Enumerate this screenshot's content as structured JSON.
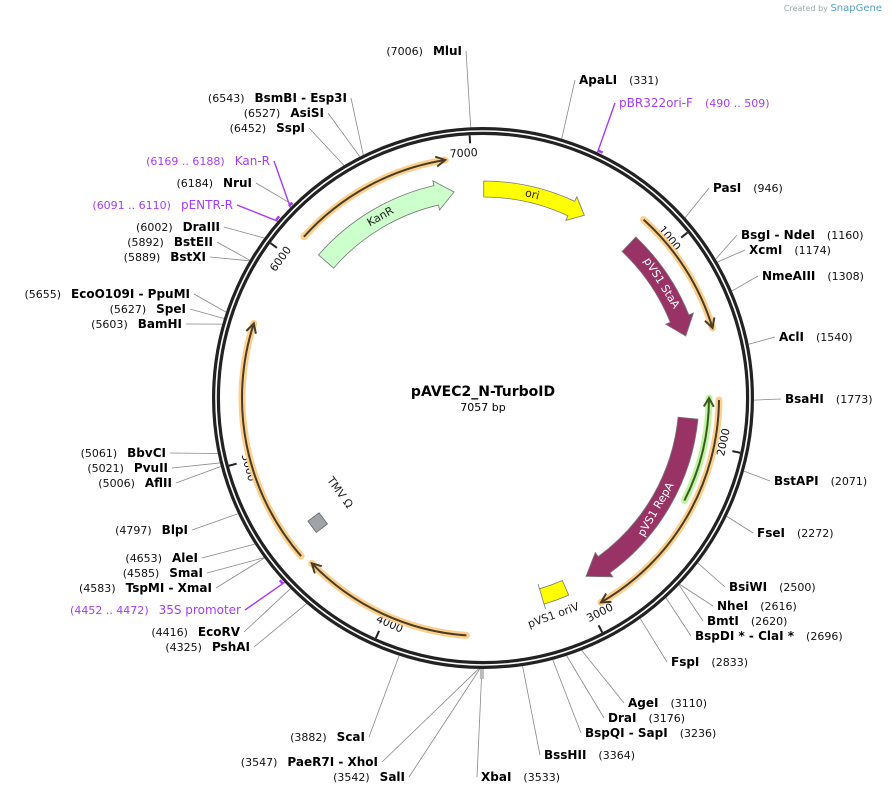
{
  "credit": {
    "prefix": "Created by",
    "brand": "SnapGene"
  },
  "plasmid": {
    "name": "pAVEC2_N-TurboID",
    "length_label": "7057 bp",
    "length": 7057
  },
  "ticks": [
    "1000",
    "2000",
    "3000",
    "4000",
    "5000",
    "6000",
    "7000"
  ],
  "features": [
    {
      "name": "ori",
      "color": "#ffff00"
    },
    {
      "name": "pVS1 StaA",
      "color": "#993366"
    },
    {
      "name": "pVS1 RepA",
      "color": "#993366"
    },
    {
      "name": "pVS1 oriV",
      "color": "#ffff00"
    },
    {
      "name": "TMV Ω",
      "color": "#a0a4a8"
    },
    {
      "name": "KanR",
      "color": "#ccffcc"
    }
  ],
  "sites": [
    {
      "type": "enzyme",
      "name": "MluI",
      "position": 7006
    },
    {
      "type": "enzyme",
      "name": "ApaLI",
      "position": 331
    },
    {
      "type": "primer",
      "name": "pBR322ori-F",
      "range": "490 .. 509"
    },
    {
      "type": "enzyme",
      "name": "PasI",
      "position": 946
    },
    {
      "type": "enzyme",
      "name": "BsgI  - NdeI",
      "position": 1160
    },
    {
      "type": "enzyme",
      "name": "XcmI",
      "position": 1174
    },
    {
      "type": "enzyme",
      "name": "NmeAIII",
      "position": 1308
    },
    {
      "type": "enzyme",
      "name": "AclI",
      "position": 1540
    },
    {
      "type": "enzyme",
      "name": "BsaHI",
      "position": 1773
    },
    {
      "type": "enzyme",
      "name": "BstAPI",
      "position": 2071
    },
    {
      "type": "enzyme",
      "name": "FseI",
      "position": 2272
    },
    {
      "type": "enzyme",
      "name": "BsiWI",
      "position": 2500
    },
    {
      "type": "enzyme",
      "name": "NheI",
      "position": 2616
    },
    {
      "type": "enzyme",
      "name": "BmtI",
      "position": 2620
    },
    {
      "type": "enzyme",
      "name": "BspDI *  - ClaI *",
      "position": 2696
    },
    {
      "type": "enzyme",
      "name": "FspI",
      "position": 2833
    },
    {
      "type": "enzyme",
      "name": "AgeI",
      "position": 3110
    },
    {
      "type": "enzyme",
      "name": "DraI",
      "position": 3176
    },
    {
      "type": "enzyme",
      "name": "BspQI  - SapI",
      "position": 3236
    },
    {
      "type": "enzyme",
      "name": "BssHII",
      "position": 3364
    },
    {
      "type": "enzyme",
      "name": "XbaI",
      "position": 3533
    },
    {
      "type": "enzyme",
      "name": "SalI",
      "position": 3542
    },
    {
      "type": "enzyme",
      "name": "PaeR7I  - XhoI",
      "position": 3547
    },
    {
      "type": "enzyme",
      "name": "ScaI",
      "position": 3882
    },
    {
      "type": "enzyme",
      "name": "PshAI",
      "position": 4325
    },
    {
      "type": "enzyme",
      "name": "EcoRV",
      "position": 4416
    },
    {
      "type": "primer",
      "name": "35S promoter",
      "range": "4452 .. 4472"
    },
    {
      "type": "enzyme",
      "name": "TspMI  - XmaI",
      "position": 4583
    },
    {
      "type": "enzyme",
      "name": "SmaI",
      "position": 4585
    },
    {
      "type": "enzyme",
      "name": "AleI",
      "position": 4653
    },
    {
      "type": "enzyme",
      "name": "BlpI",
      "position": 4797
    },
    {
      "type": "enzyme",
      "name": "AflII",
      "position": 5006
    },
    {
      "type": "enzyme",
      "name": "PvuII",
      "position": 5021
    },
    {
      "type": "enzyme",
      "name": "BbvCI",
      "position": 5061
    },
    {
      "type": "enzyme",
      "name": "BamHI",
      "position": 5603
    },
    {
      "type": "enzyme",
      "name": "SpeI",
      "position": 5627
    },
    {
      "type": "enzyme",
      "name": "EcoO109I  - PpuMI",
      "position": 5655
    },
    {
      "type": "enzyme",
      "name": "BstXI",
      "position": 5889
    },
    {
      "type": "enzyme",
      "name": "BstEII",
      "position": 5892
    },
    {
      "type": "enzyme",
      "name": "DraIII",
      "position": 6002
    },
    {
      "type": "primer",
      "name": "pENTR-R",
      "range": "6091 .. 6110"
    },
    {
      "type": "enzyme",
      "name": "NruI",
      "position": 6184
    },
    {
      "type": "primer",
      "name": "Kan-R",
      "range": "6169 .. 6188"
    },
    {
      "type": "enzyme",
      "name": "SspI",
      "position": 6452
    },
    {
      "type": "enzyme",
      "name": "AsiSI",
      "position": 6527
    },
    {
      "type": "enzyme",
      "name": "BsmBI  - Esp3I",
      "position": 6543
    }
  ]
}
